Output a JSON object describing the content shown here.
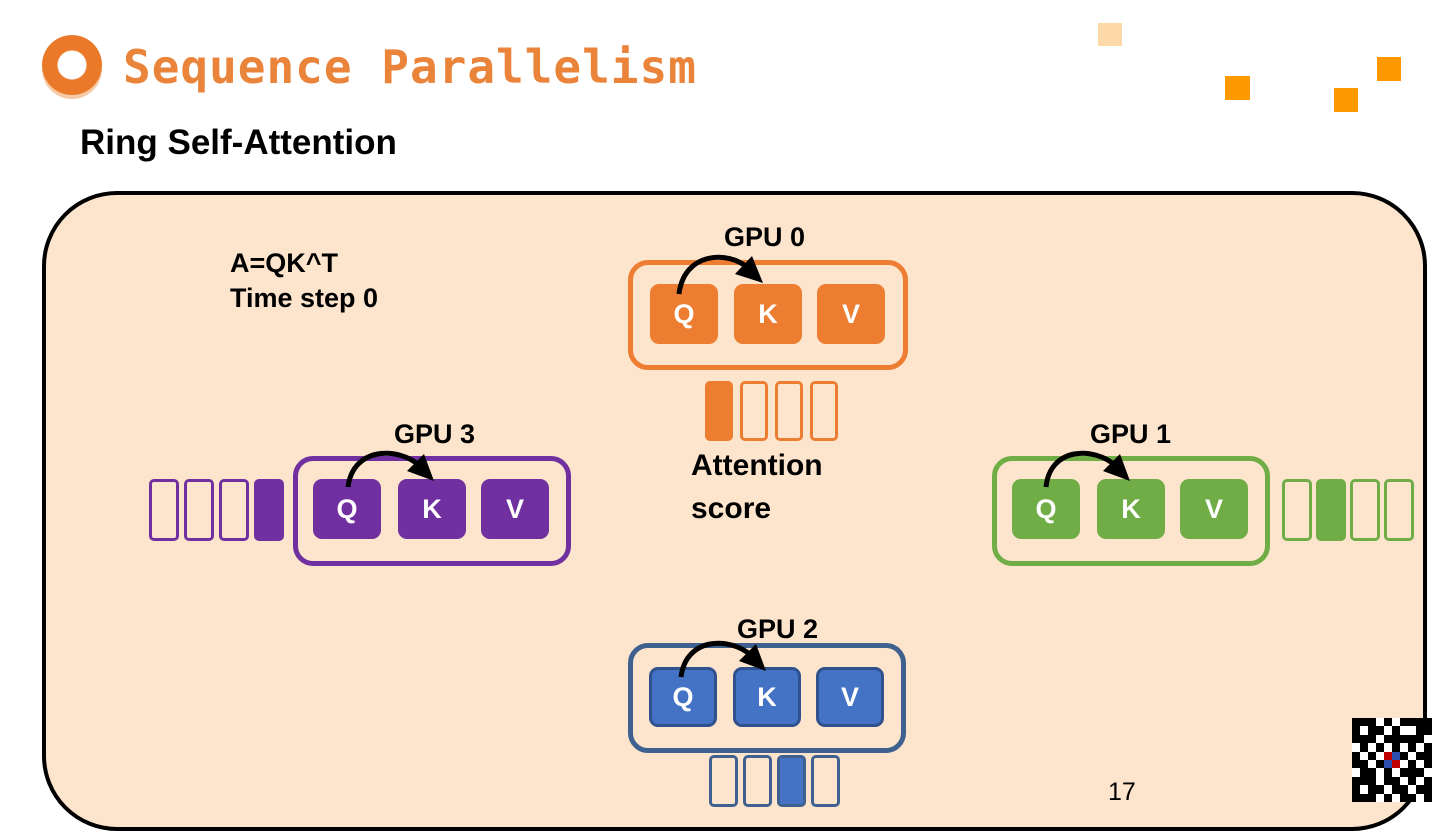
{
  "header": {
    "title": "Sequence Parallelism",
    "subtitle": "Ring Self-Attention"
  },
  "note": {
    "line1": "A=QK^T",
    "line2": "Time step 0"
  },
  "attention_label": {
    "line1": "Attention",
    "line2": "score"
  },
  "gpus": [
    {
      "label": "GPU 0",
      "color": "#ed7d31",
      "cells": [
        "Q",
        "K",
        "V"
      ],
      "filled_segment": 1
    },
    {
      "label": "GPU 1",
      "color": "#70ad47",
      "cells": [
        "Q",
        "K",
        "V"
      ],
      "filled_segment": 2
    },
    {
      "label": "GPU 2",
      "color": "#4472c4",
      "cells": [
        "Q",
        "K",
        "V"
      ],
      "filled_segment": 3
    },
    {
      "label": "GPU 3",
      "color": "#7030a0",
      "cells": [
        "Q",
        "K",
        "V"
      ],
      "filled_segment": 4
    }
  ],
  "page_number": "17",
  "colors": {
    "title": "#e9843a",
    "panel_background": "#fde5cd",
    "accent_square": "#ff9900",
    "accent_square_light": "#fdd9a8"
  },
  "icons": [
    "title-ring-icon",
    "qr-code-icon"
  ]
}
